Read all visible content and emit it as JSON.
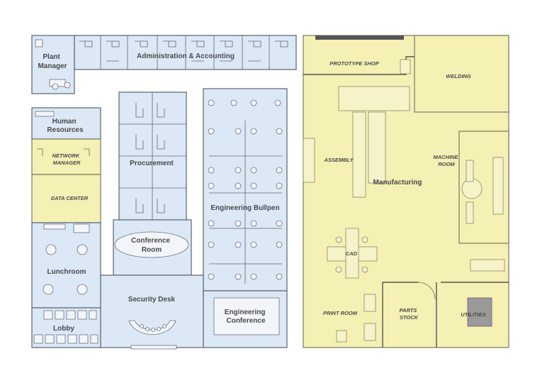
{
  "rooms": {
    "plant_manager": [
      "Plant",
      "Manager"
    ],
    "admin": "Administration & Accounting",
    "human_resources": [
      "Human",
      "Resources"
    ],
    "network_manager": [
      "NETWORK",
      "MANAGER"
    ],
    "data_center": "DATA CENTER",
    "procurement": "Procurement",
    "conference_room": [
      "Conference",
      "Room"
    ],
    "lunchroom": "Lunchroom",
    "security_desk": "Security Desk",
    "lobby": "Lobby",
    "engineering_bullpen": "Engineering Bullpen",
    "engineering_conference": [
      "Engineering",
      "Conference"
    ],
    "prototype_shop": "PROTOTYPE SHOP",
    "welding": "WELDING",
    "assembly": "ASSEMBLY",
    "machine_room": [
      "MACHINE",
      "ROOM"
    ],
    "manufacturing": "Manufacturing",
    "cad": "CAD",
    "print_room": "PRINT ROOM",
    "parts_stock": [
      "PARTS",
      "STOCK"
    ],
    "utilities": "UTILITIES"
  },
  "colors": {
    "office_fill": "#dce8f5",
    "manufacturing_fill": "#f5f0b4",
    "data_fill": "#f5f0b4"
  }
}
